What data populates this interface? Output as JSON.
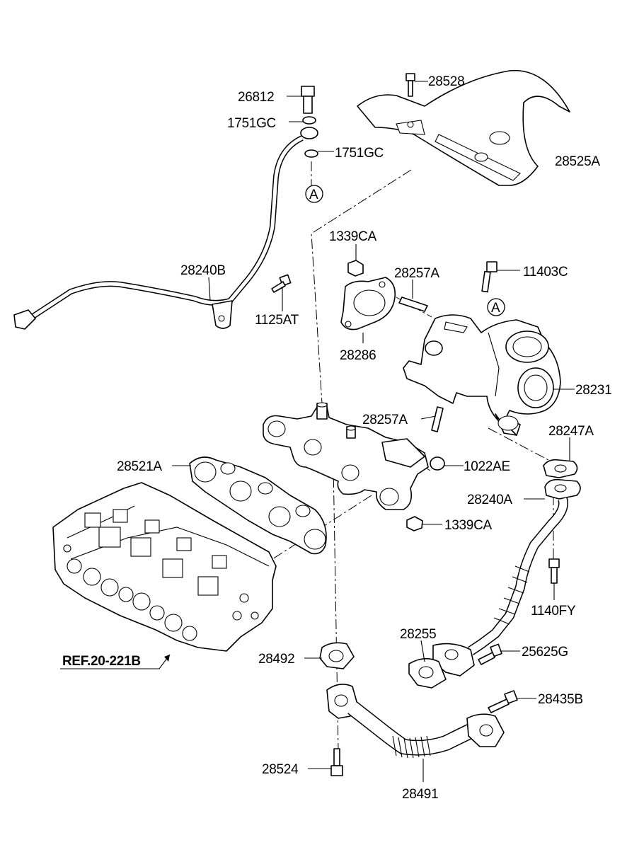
{
  "labels": {
    "p26812": "26812",
    "p1751gc_a": "1751GC",
    "p1751gc_b": "1751GC",
    "p28528": "28528",
    "p28525a": "28525A",
    "ref_a_top": "A",
    "p1339ca_top": "1339CA",
    "p28257a_top": "28257A",
    "p11403c": "11403C",
    "p28240b": "28240B",
    "p1125at": "1125AT",
    "p28286": "28286",
    "ref_a_turbo": "A",
    "p28231": "28231",
    "p28257a_mid": "28257A",
    "p28247a": "28247A",
    "p28521a": "28521A",
    "p1022ae": "1022AE",
    "p28240a": "28240A",
    "p1339ca_bot": "1339CA",
    "p1140fy": "1140FY",
    "p28255": "28255",
    "p25625g": "25625G",
    "ref_block": "REF.20-221B",
    "p28492": "28492",
    "p28435b": "28435B",
    "p28524": "28524",
    "p28491": "28491"
  }
}
